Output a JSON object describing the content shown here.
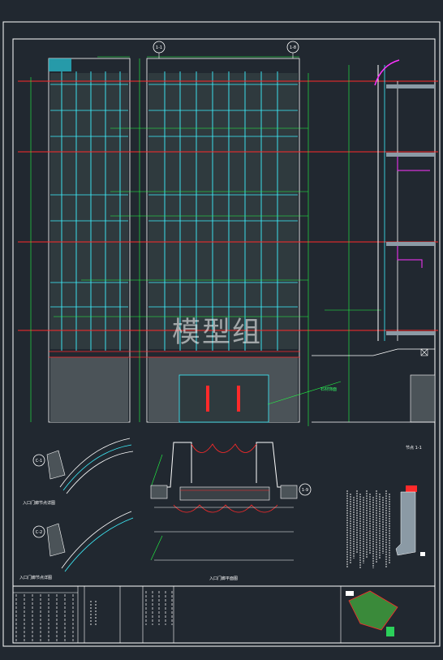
{
  "watermark": "模型组",
  "colors": {
    "background": "#212830",
    "frame": "#ffffff",
    "mullion": "#3ef2ff",
    "dim": "#22ff44",
    "level": "#ff2a2a",
    "magenta": "#ff33ff",
    "hatch": "#8b9aa5"
  },
  "axes": {
    "left": "1-1",
    "right": "1-8",
    "detail_a": "C-1",
    "detail_b": "C-2",
    "plan": "1-9"
  },
  "labels": {
    "section_mark": "节点 1-1",
    "plan_title": "入口门廊平面图",
    "detail_a_title": "入口门廊节点详图",
    "detail_b_title": "入口门廊节点详图",
    "base_note": "石材饰面"
  }
}
